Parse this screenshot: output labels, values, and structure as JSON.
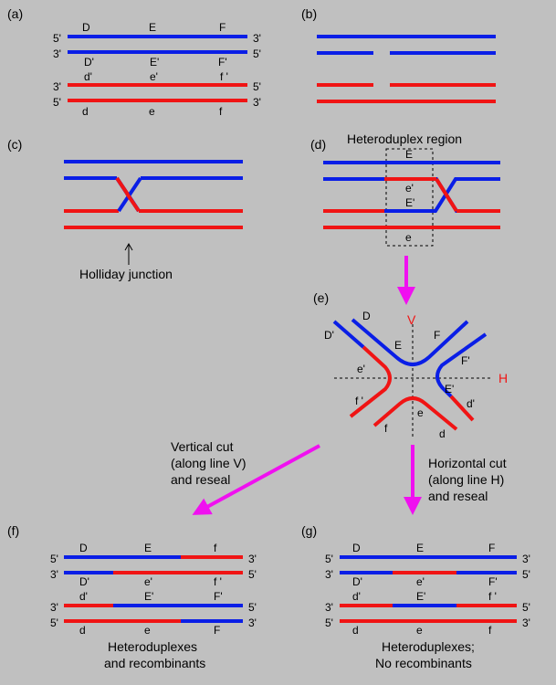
{
  "colors": {
    "background": "#C0C0C0",
    "blue": "#0A1EE6",
    "red": "#F01414",
    "magenta": "#F010F0",
    "black": "#000000"
  },
  "panels": {
    "a": {
      "tag": "(a)",
      "ends": [
        "5'",
        "3'",
        "3'",
        "5'",
        "3'",
        "5'",
        "5'",
        "3'"
      ],
      "top_genes": [
        "D",
        "E",
        "F"
      ],
      "blue_genes2": [
        "D'",
        "E'",
        "F'"
      ],
      "red_genes1": [
        "d'",
        "e'",
        "f '"
      ],
      "red_genes2": [
        "d",
        "e",
        "f"
      ]
    },
    "b": {
      "tag": "(b)"
    },
    "c": {
      "tag": "(c)",
      "junction_label": "Holliday junction"
    },
    "d": {
      "tag": "(d)",
      "region_label": "Heteroduplex region",
      "labels": [
        "E",
        "e'",
        "E'",
        "e"
      ]
    },
    "e": {
      "tag": "(e)",
      "axis_v": "V",
      "axis_h": "H",
      "labels": [
        "D",
        "D'",
        "E",
        "F",
        "F'",
        "e'",
        "E'",
        "f '",
        "f",
        "e",
        "d",
        "d'"
      ]
    },
    "cut_vertical": {
      "lines": [
        "Vertical cut",
        "(along line V)",
        "and reseal"
      ]
    },
    "cut_horizontal": {
      "lines": [
        "Horizontal cut",
        "(along line H)",
        "and reseal"
      ]
    },
    "f": {
      "tag": "(f)",
      "ends": [
        "5'",
        "3'",
        "3'",
        "5'",
        "3'",
        "5'",
        "5'",
        "3'"
      ],
      "row1": [
        "D",
        "E",
        "f"
      ],
      "row2": [
        "D'",
        "e'",
        "f '"
      ],
      "row3": [
        "d'",
        "E'",
        "F'"
      ],
      "row4": [
        "d",
        "e",
        "F"
      ],
      "caption": [
        "Heteroduplexes",
        "and recombinants"
      ]
    },
    "g": {
      "tag": "(g)",
      "ends": [
        "5'",
        "3'",
        "3'",
        "5'",
        "3'",
        "5'",
        "5'",
        "3'"
      ],
      "row1": [
        "D",
        "E",
        "F"
      ],
      "row2": [
        "D'",
        "e'",
        "F'"
      ],
      "row3": [
        "d'",
        "E'",
        "f '"
      ],
      "row4": [
        "d",
        "e",
        "f"
      ],
      "caption": [
        "Heteroduplexes;",
        "No recombinants"
      ]
    }
  }
}
